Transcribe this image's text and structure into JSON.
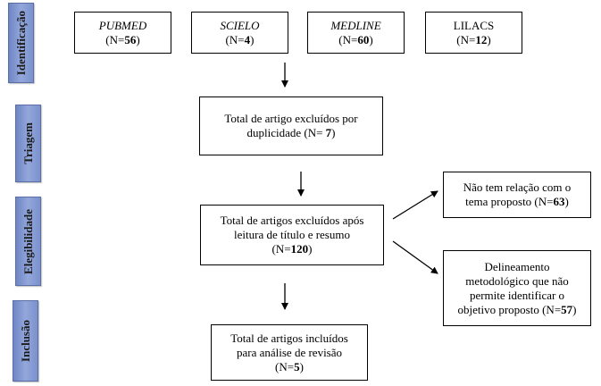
{
  "stages": {
    "identificacao": "Identificação",
    "triagem": "Triagem",
    "elegibilidade": "Elegibilidade",
    "inclusao": "Inclusão"
  },
  "sources": [
    {
      "name": "PUBMED",
      "n_prefix": "(N=",
      "n": "56",
      "n_suffix": ")"
    },
    {
      "name": "SCIELO",
      "n_prefix": "(N=",
      "n": "4",
      "n_suffix": ")"
    },
    {
      "name": "MEDLINE",
      "n_prefix": "(N=",
      "n": "60",
      "n_suffix": ")"
    },
    {
      "name": "LILACS",
      "n_prefix": "(N=",
      "n": "12",
      "n_suffix": ")"
    }
  ],
  "duplicates": {
    "line1": "Total de artigo excluídos por",
    "line2_prefix": "duplicidade (N= ",
    "n": "7",
    "n_suffix": ")"
  },
  "excluded": {
    "line1": "Total de artigos excluídos após",
    "line2": "leitura de título e resumo",
    "n_prefix": "(N=",
    "n": "120",
    "n_suffix": ")"
  },
  "reason_unrelated": {
    "line1": "Não tem relação com o",
    "line2_prefix": "tema proposto (N=",
    "n": "63",
    "n_suffix": ")"
  },
  "reason_method": {
    "line1": "Delineamento",
    "line2": "metodológico que não",
    "line3": "permite identificar o",
    "line4_prefix": "objetivo proposto (N=",
    "n": "57",
    "n_suffix": ")"
  },
  "included": {
    "line1": "Total de artigos incluídos",
    "line2": "para análise de revisão",
    "n_prefix": "(N=",
    "n": "5",
    "n_suffix": ")"
  }
}
